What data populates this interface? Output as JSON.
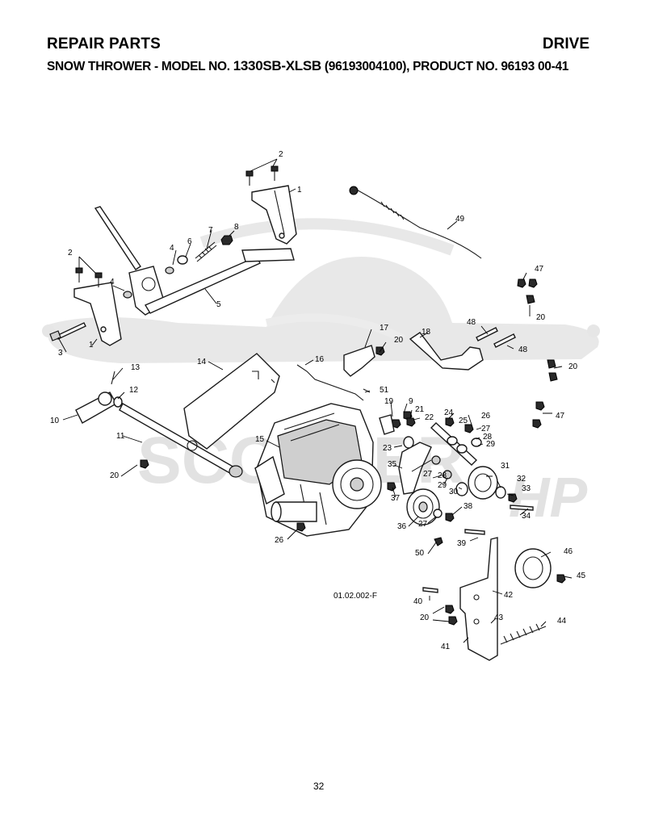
{
  "header": {
    "title": "REPAIR PARTS",
    "section": "DRIVE",
    "subtitle_prefix": "SNOW THROWER - MODEL NO. ",
    "model": "1330SB-XLSB",
    "subtitle_suffix": " (96193004100), PRODUCT NO. 96193 00-41"
  },
  "watermark": {
    "text": "SCOOTER",
    "text2": "HP"
  },
  "drawing_number": "01.02.002-F",
  "page_number": "32",
  "callouts": [
    "1",
    "1",
    "2",
    "2",
    "3",
    "4",
    "4",
    "5",
    "6",
    "7",
    "8",
    "9",
    "10",
    "11",
    "12",
    "13",
    "14",
    "15",
    "16",
    "17",
    "18",
    "19",
    "20",
    "20",
    "20",
    "20",
    "20",
    "21",
    "22",
    "23",
    "24",
    "25",
    "26",
    "26",
    "27",
    "27",
    "27",
    "28",
    "28",
    "29",
    "29",
    "30",
    "31",
    "32",
    "33",
    "34",
    "35",
    "36",
    "37",
    "38",
    "39",
    "40",
    "41",
    "42",
    "43",
    "44",
    "45",
    "46",
    "47",
    "47",
    "48",
    "48",
    "49",
    "50",
    "51"
  ]
}
